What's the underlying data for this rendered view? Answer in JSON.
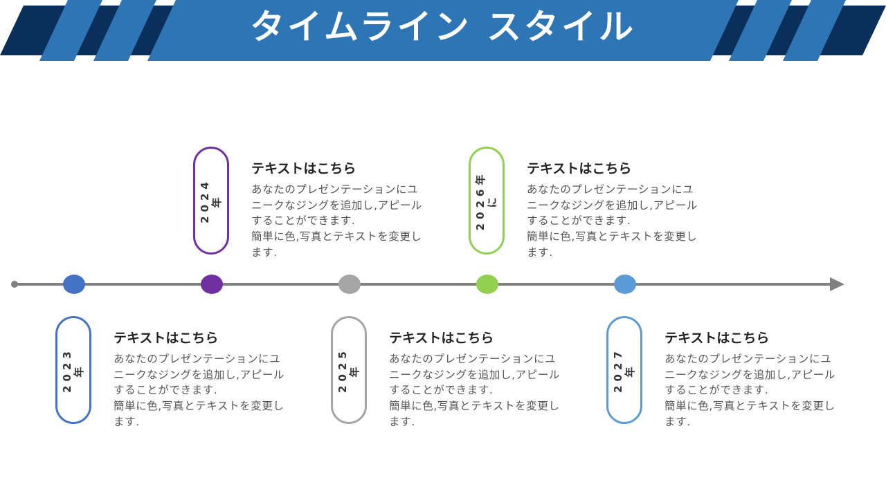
{
  "header": {
    "title": "タイムライン スタイル"
  },
  "colors": {
    "header_blue": "#2E75B6",
    "header_dark": "#0B2F5B",
    "line": "#808080"
  },
  "milestones": [
    {
      "year_line1": "2023",
      "year_line2": "年",
      "color": "#4472C4",
      "heading": "テキストはこちら",
      "lines": [
        "あなたのプレゼンテーションにユ",
        "ニークなジングを追加し,アピール",
        "することができます.",
        "簡単に色,写真とテキストを変更し",
        "ます."
      ]
    },
    {
      "year_line1": "2024",
      "year_line2": "年",
      "color": "#7030A0",
      "heading": "テキストはこちら",
      "lines": [
        "あなたのプレゼンテーションにユ",
        "ニークなジングを追加し,アピール",
        "することができます.",
        "簡単に色,写真とテキストを変更し",
        "ます."
      ]
    },
    {
      "year_line1": "2025",
      "year_line2": "年",
      "color": "#A5A5A5",
      "heading": "テキストはこちら",
      "lines": [
        "あなたのプレゼンテーションにユ",
        "ニークなジングを追加し,アピール",
        "することができます.",
        "簡単に色,写真とテキストを変更し",
        "ます."
      ]
    },
    {
      "year_line1": "2026年",
      "year_line2": "に",
      "color": "#92D050",
      "heading": "テキストはこちら",
      "lines": [
        "あなたのプレゼンテーションにユ",
        "ニークなジングを追加し,アピール",
        "することができます.",
        "簡単に色,写真とテキストを変更し",
        "ます."
      ]
    },
    {
      "year_line1": "2027",
      "year_line2": "年",
      "color": "#5B9BD5",
      "heading": "テキストはこちら",
      "lines": [
        "あなたのプレゼンテーションにユ",
        "ニークなジングを追加し,アピール",
        "することができます.",
        "簡単に色,写真とテキストを変更し",
        "ます."
      ]
    }
  ]
}
